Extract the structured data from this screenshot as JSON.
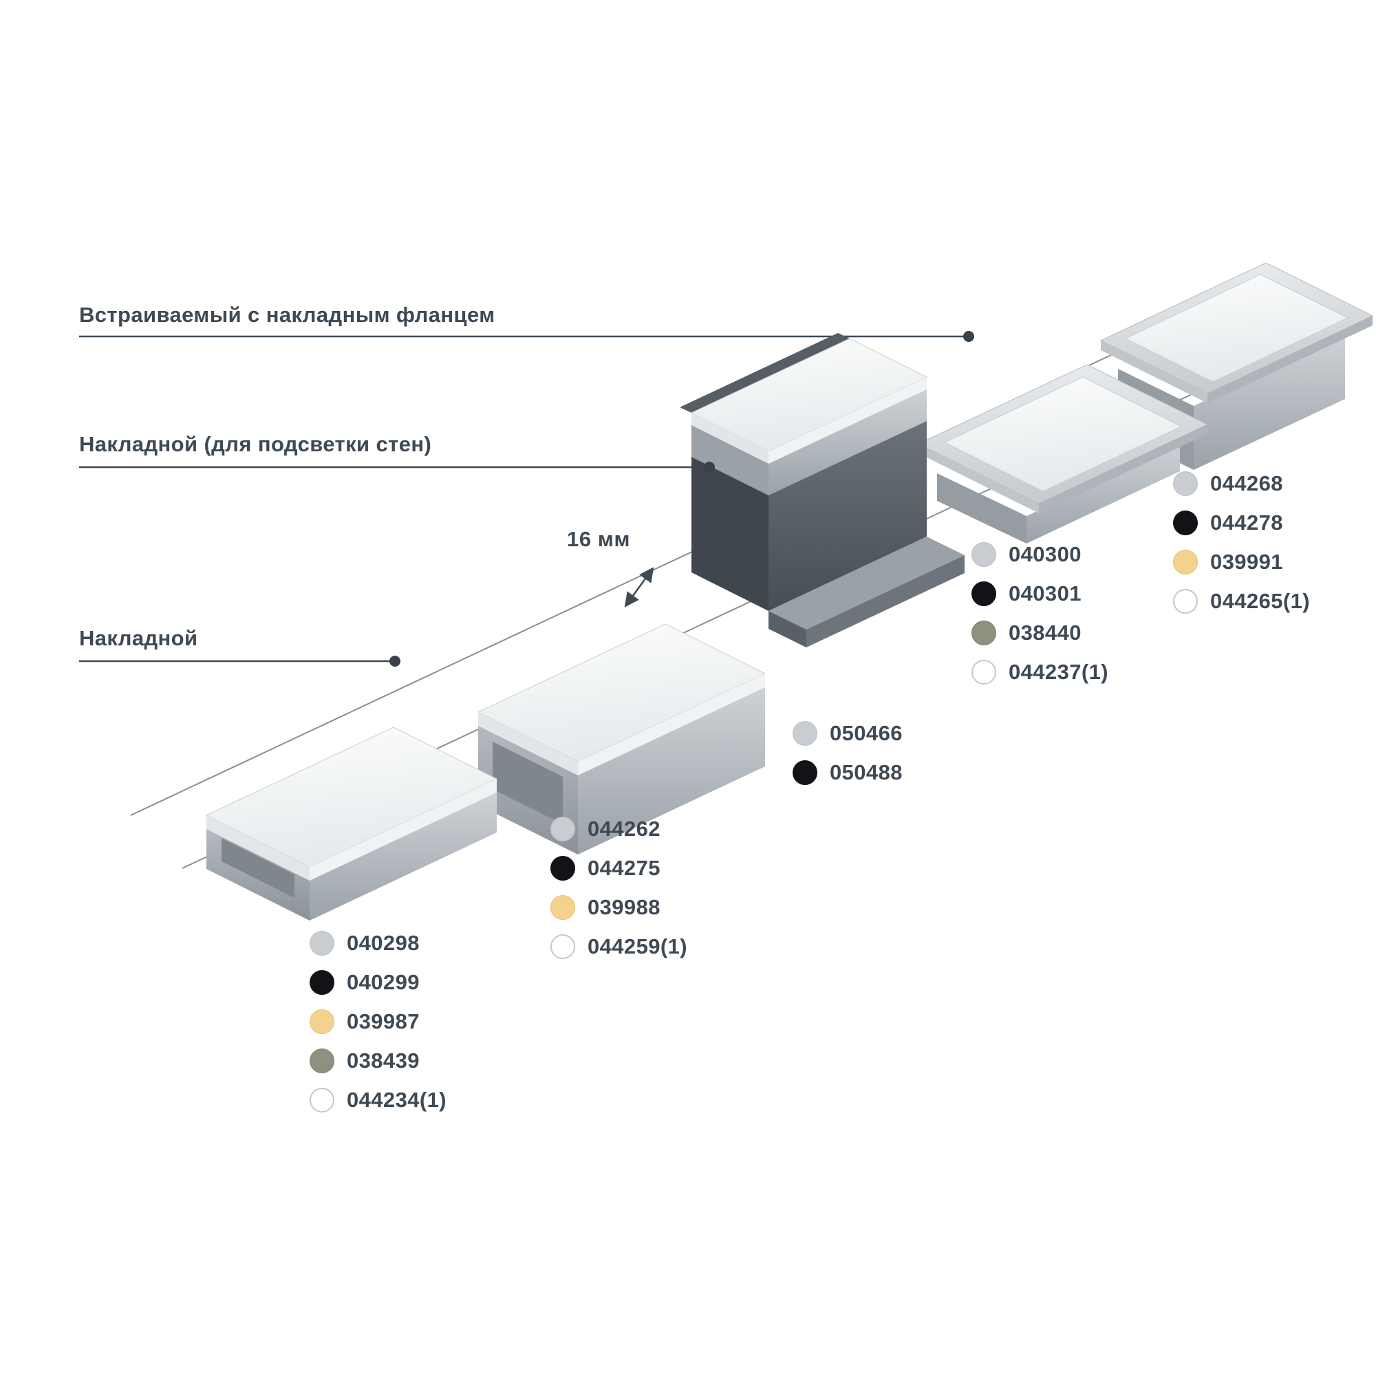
{
  "labels": {
    "recessed_flange": "Встраиваемый с накладным фланцем",
    "surface_wall": "Накладной (для подсветки стен)",
    "surface": "Накладной",
    "dimension_16mm": "16 мм"
  },
  "colors": {
    "text": "#3e4954",
    "leader_line": "#3e4954",
    "perspective_line": "#878e95",
    "dot_gray": "#c9cdd1",
    "dot_black": "#121316",
    "dot_yellow": "#f3d28e",
    "dot_olive": "#8d917f",
    "dot_white": "#ffffff"
  },
  "product_groups": [
    {
      "profile": "surface-low",
      "items": [
        {
          "color": "gray",
          "code": "040298"
        },
        {
          "color": "black",
          "code": "040299"
        },
        {
          "color": "yellow",
          "code": "039987"
        },
        {
          "color": "olive",
          "code": "038439"
        },
        {
          "color": "white",
          "code": "044234(1)"
        }
      ]
    },
    {
      "profile": "surface-tall",
      "items": [
        {
          "color": "gray",
          "code": "044262"
        },
        {
          "color": "black",
          "code": "044275"
        },
        {
          "color": "yellow",
          "code": "039988"
        },
        {
          "color": "white",
          "code": "044259(1)"
        }
      ]
    },
    {
      "profile": "wall-washer",
      "items": [
        {
          "color": "gray",
          "code": "050466"
        },
        {
          "color": "black",
          "code": "050488"
        }
      ]
    },
    {
      "profile": "recessed-low",
      "items": [
        {
          "color": "gray",
          "code": "040300"
        },
        {
          "color": "black",
          "code": "040301"
        },
        {
          "color": "olive",
          "code": "038440"
        },
        {
          "color": "white",
          "code": "044237(1)"
        }
      ]
    },
    {
      "profile": "recessed-tall",
      "items": [
        {
          "color": "gray",
          "code": "044268"
        },
        {
          "color": "black",
          "code": "044278"
        },
        {
          "color": "yellow",
          "code": "039991"
        },
        {
          "color": "white",
          "code": "044265(1)"
        }
      ]
    }
  ]
}
